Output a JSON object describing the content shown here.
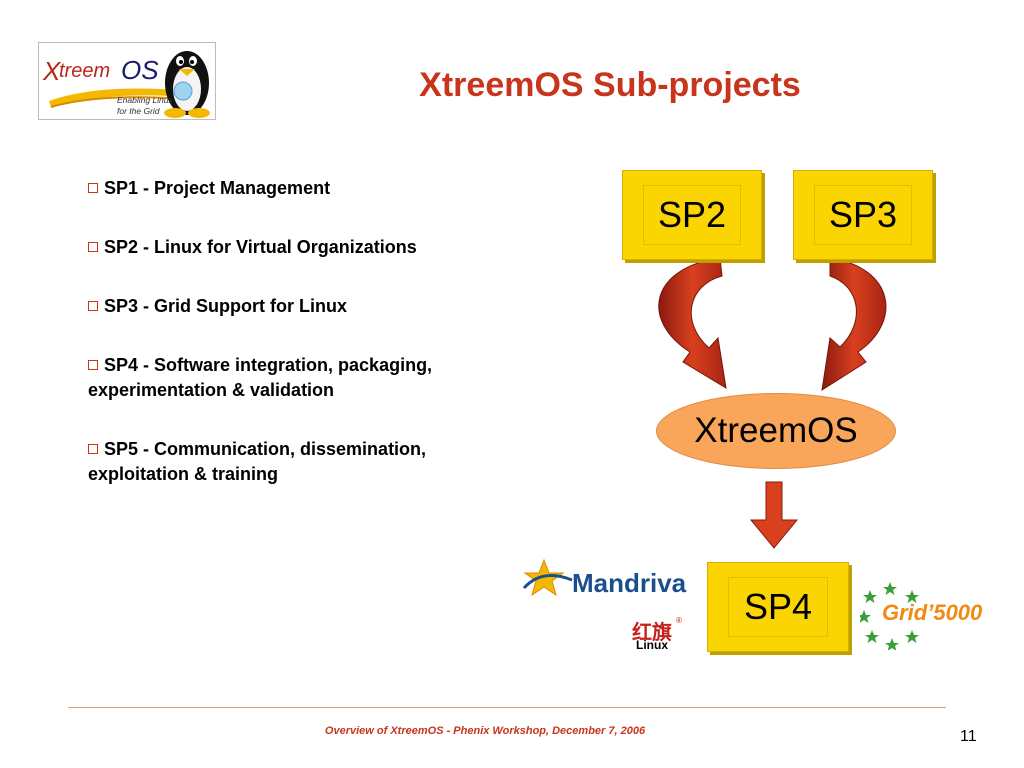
{
  "logo": {
    "text_x": "X",
    "text_treem": "treem",
    "text_os": "OS",
    "tagline_1": "Enabling Linux",
    "tagline_2": "for the Grid"
  },
  "title": "XtreemOS Sub-projects",
  "bullets": [
    "SP1 - Project Management",
    "SP2 - Linux for Virtual Organizations",
    "SP3 - Grid Support for Linux",
    "SP4 - Software integration, packaging, experimentation & validation",
    "SP5 - Communication, dissemination, exploitation & training"
  ],
  "diagram": {
    "sp2": "SP2",
    "sp3": "SP3",
    "center": "XtreemOS",
    "sp4": "SP4",
    "box_color": "#fad502",
    "ellipse_color": "#f9a65a",
    "arrow_color": "#c8341c"
  },
  "partners": {
    "mandriva": "Mandriva",
    "redflag_chars": "红旗",
    "redflag_reg": "®",
    "redflag_linux": "Linux",
    "grid5000": "Grid’5000"
  },
  "footer": {
    "text": "Overview of XtreemOS - Phenix Workshop, December 7, 2006",
    "page_number": "11"
  }
}
